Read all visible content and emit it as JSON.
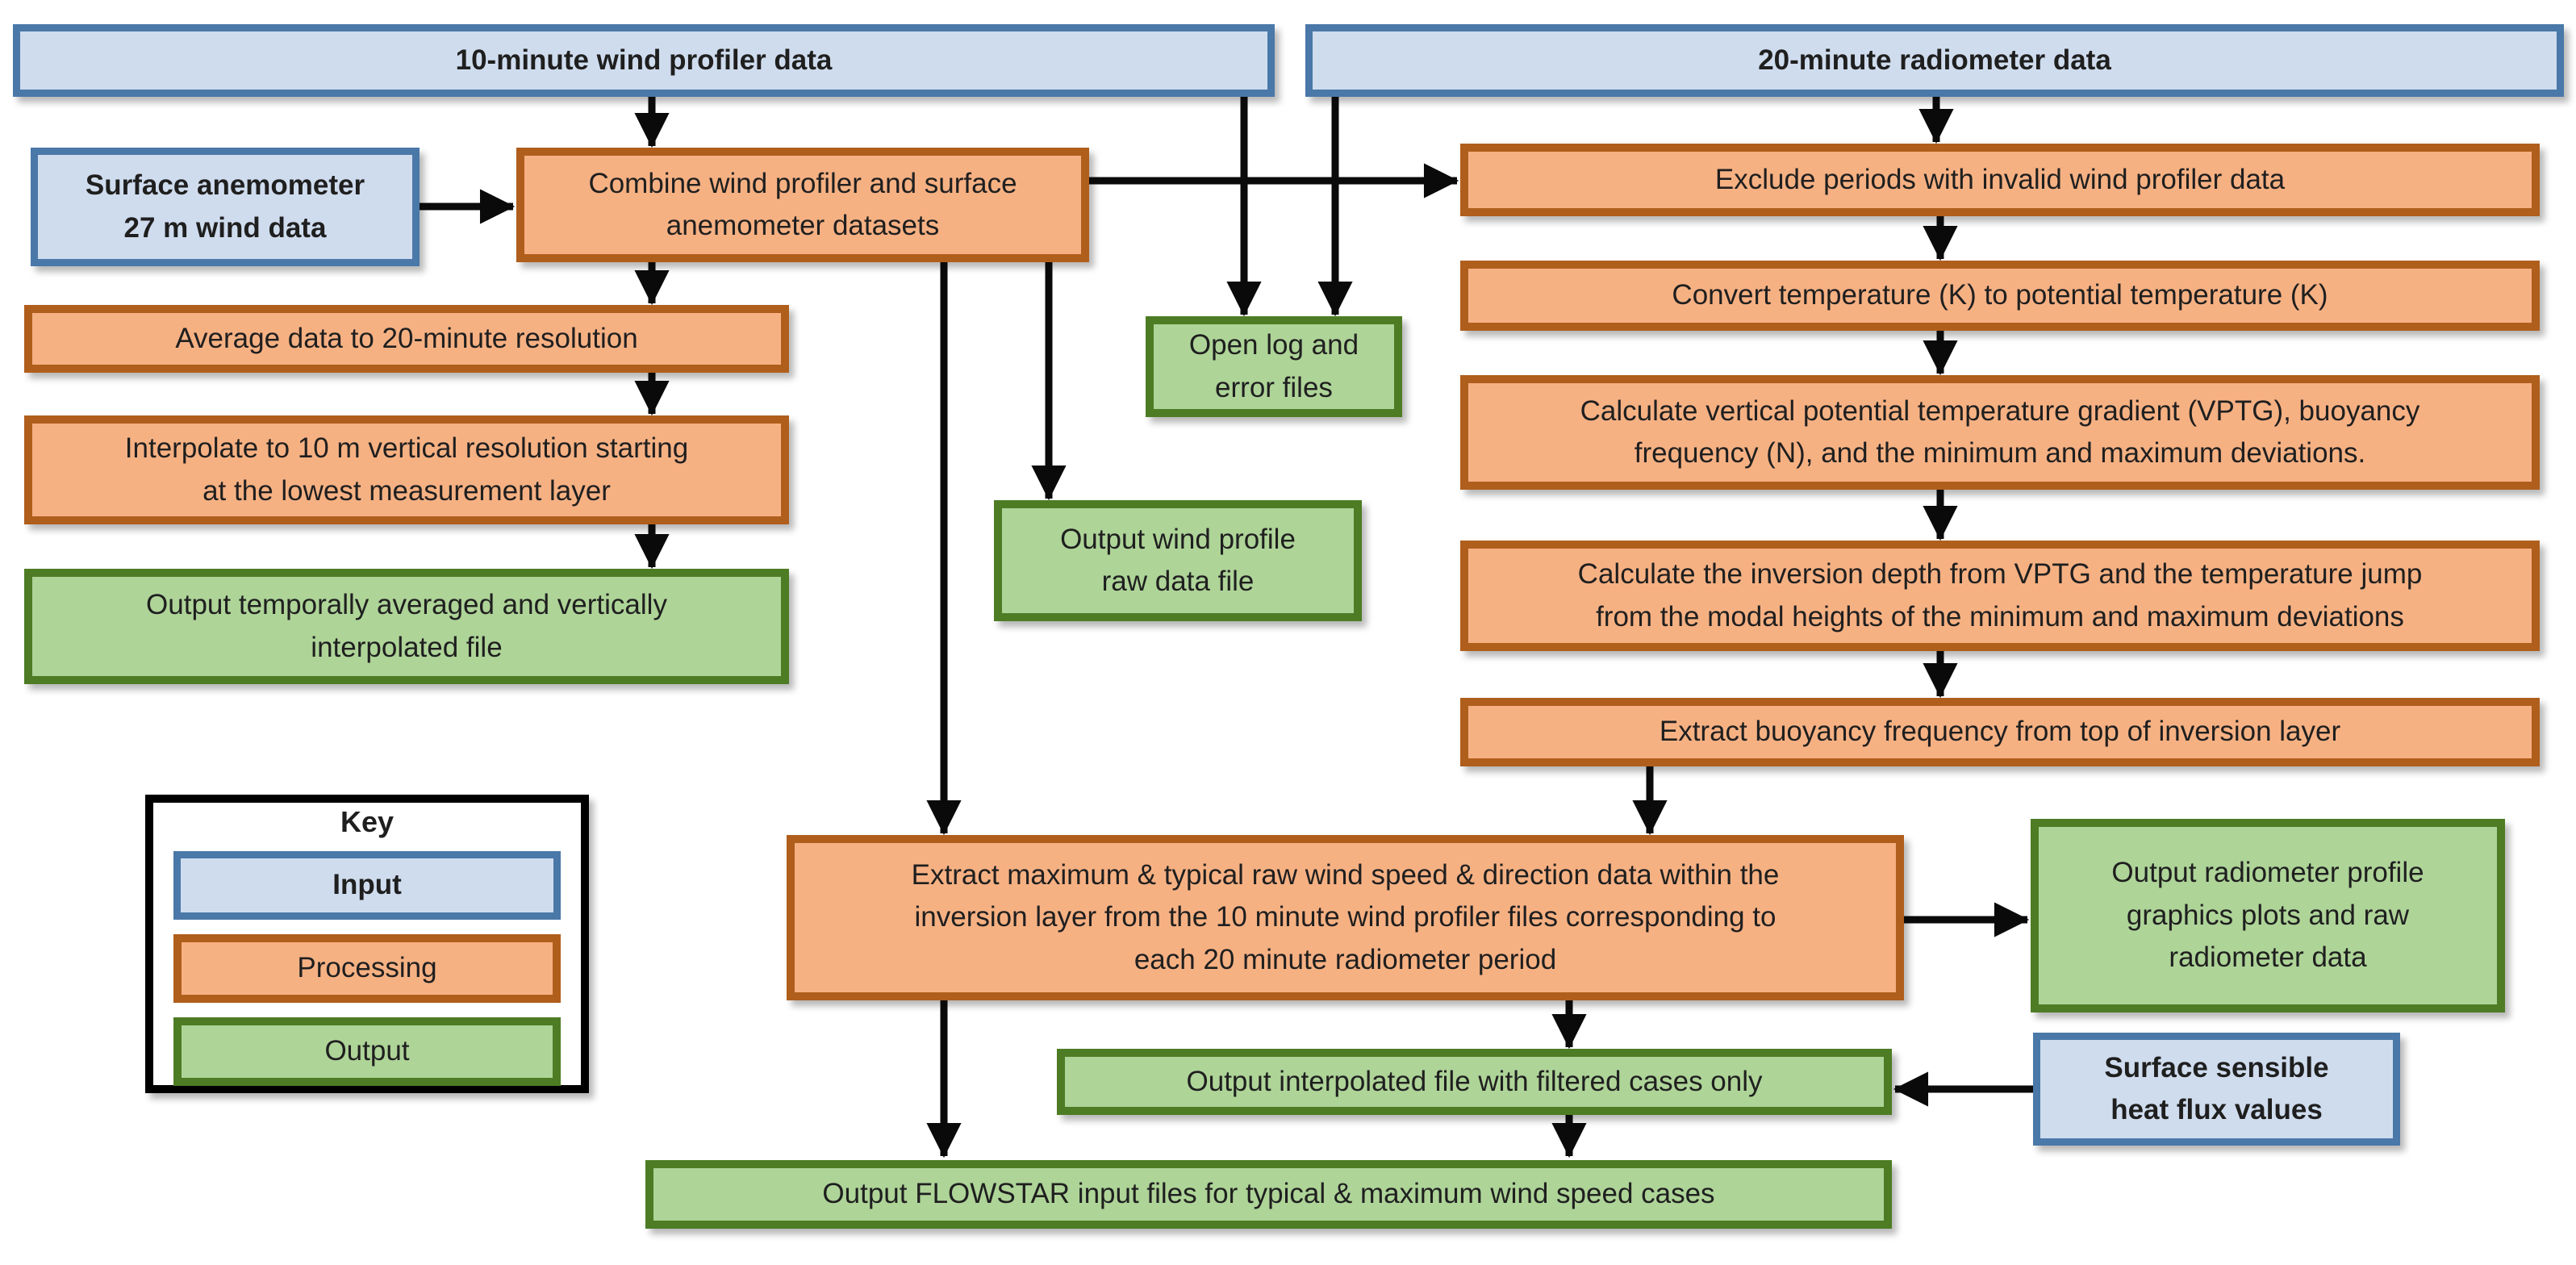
{
  "diagram": {
    "nodes": {
      "profiler_10min": {
        "type": "input",
        "label": "10-minute wind profiler data"
      },
      "radiometer_20min": {
        "type": "input",
        "label": "20-minute radiometer data"
      },
      "surface_anemometer": {
        "type": "input",
        "label": "Surface anemometer\n27 m wind data"
      },
      "combine": {
        "type": "processing",
        "label": "Combine wind profiler and surface\nanemometer datasets"
      },
      "exclude_invalid": {
        "type": "processing",
        "label": "Exclude periods with invalid wind profiler data"
      },
      "average_20min": {
        "type": "processing",
        "label": "Average data to 20-minute resolution"
      },
      "open_log": {
        "type": "output",
        "label": "Open log and\nerror files"
      },
      "convert_temperature": {
        "type": "processing",
        "label": "Convert temperature (K) to potential temperature (K)"
      },
      "interpolate_10m": {
        "type": "processing",
        "label": "Interpolate to 10 m vertical resolution starting\nat the lowest measurement layer"
      },
      "output_wind_profile_raw": {
        "type": "output",
        "label": "Output wind profile\nraw data file"
      },
      "calculate_vptg": {
        "type": "processing",
        "label": "Calculate vertical potential temperature gradient (VPTG), buoyancy\nfrequency (N), and the minimum and maximum deviations."
      },
      "output_temporally_averaged": {
        "type": "output",
        "label": "Output temporally averaged and vertically\ninterpolated file"
      },
      "calculate_inversion_depth": {
        "type": "processing",
        "label": "Calculate the inversion depth from VPTG and the temperature jump\nfrom the modal heights of the minimum and maximum deviations"
      },
      "extract_buoyancy": {
        "type": "processing",
        "label": "Extract buoyancy frequency from top of inversion layer"
      },
      "extract_wind_speed": {
        "type": "processing",
        "label": "Extract maximum & typical raw wind speed & direction data within the\ninversion layer from the 10 minute wind profiler files corresponding to\neach 20 minute radiometer period"
      },
      "output_radiometer_profile": {
        "type": "output",
        "label": "Output radiometer profile\ngraphics plots and raw\nradiometer data"
      },
      "output_interpolated_filtered": {
        "type": "output",
        "label": "Output interpolated file with filtered cases only"
      },
      "surface_heat_flux": {
        "type": "input",
        "label": "Surface sensible\nheat flux values"
      },
      "output_flowstar": {
        "type": "output",
        "label": "Output FLOWSTAR input files for typical & maximum wind speed cases"
      }
    },
    "key": {
      "title": "Key",
      "items": [
        {
          "type": "input",
          "label": "Input"
        },
        {
          "type": "processing",
          "label": "Processing"
        },
        {
          "type": "output",
          "label": "Output"
        }
      ]
    },
    "colors": {
      "input_fill": "#cfdcee",
      "input_border": "#4a78a8",
      "processing_fill": "#f6b183",
      "processing_border": "#b05e1c",
      "output_fill": "#aed498",
      "output_border": "#4d7c24",
      "arrow": "#0a0a0a",
      "key_border": "#000000"
    }
  }
}
